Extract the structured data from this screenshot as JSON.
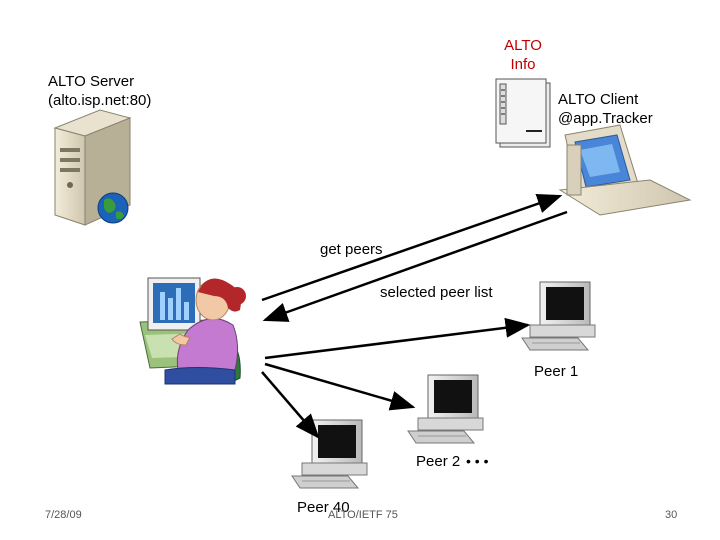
{
  "slide": {
    "alto_info": "ALTO\nInfo",
    "alto_server": "ALTO Server\n(alto.isp.net:80)",
    "alto_client": "ALTO Client\n@app.Tracker",
    "get_peers": "get peers",
    "selected_peer_list": "selected peer list",
    "peer1": "Peer 1",
    "peer2": "Peer 2",
    "peer40": "Peer 40",
    "ellipsis": "• • •"
  },
  "footer": {
    "date": "7/28/09",
    "center": "ALTO/IETF 75",
    "page": "30"
  },
  "colors": {
    "accent": "#c00000",
    "arrow": "#000000"
  }
}
